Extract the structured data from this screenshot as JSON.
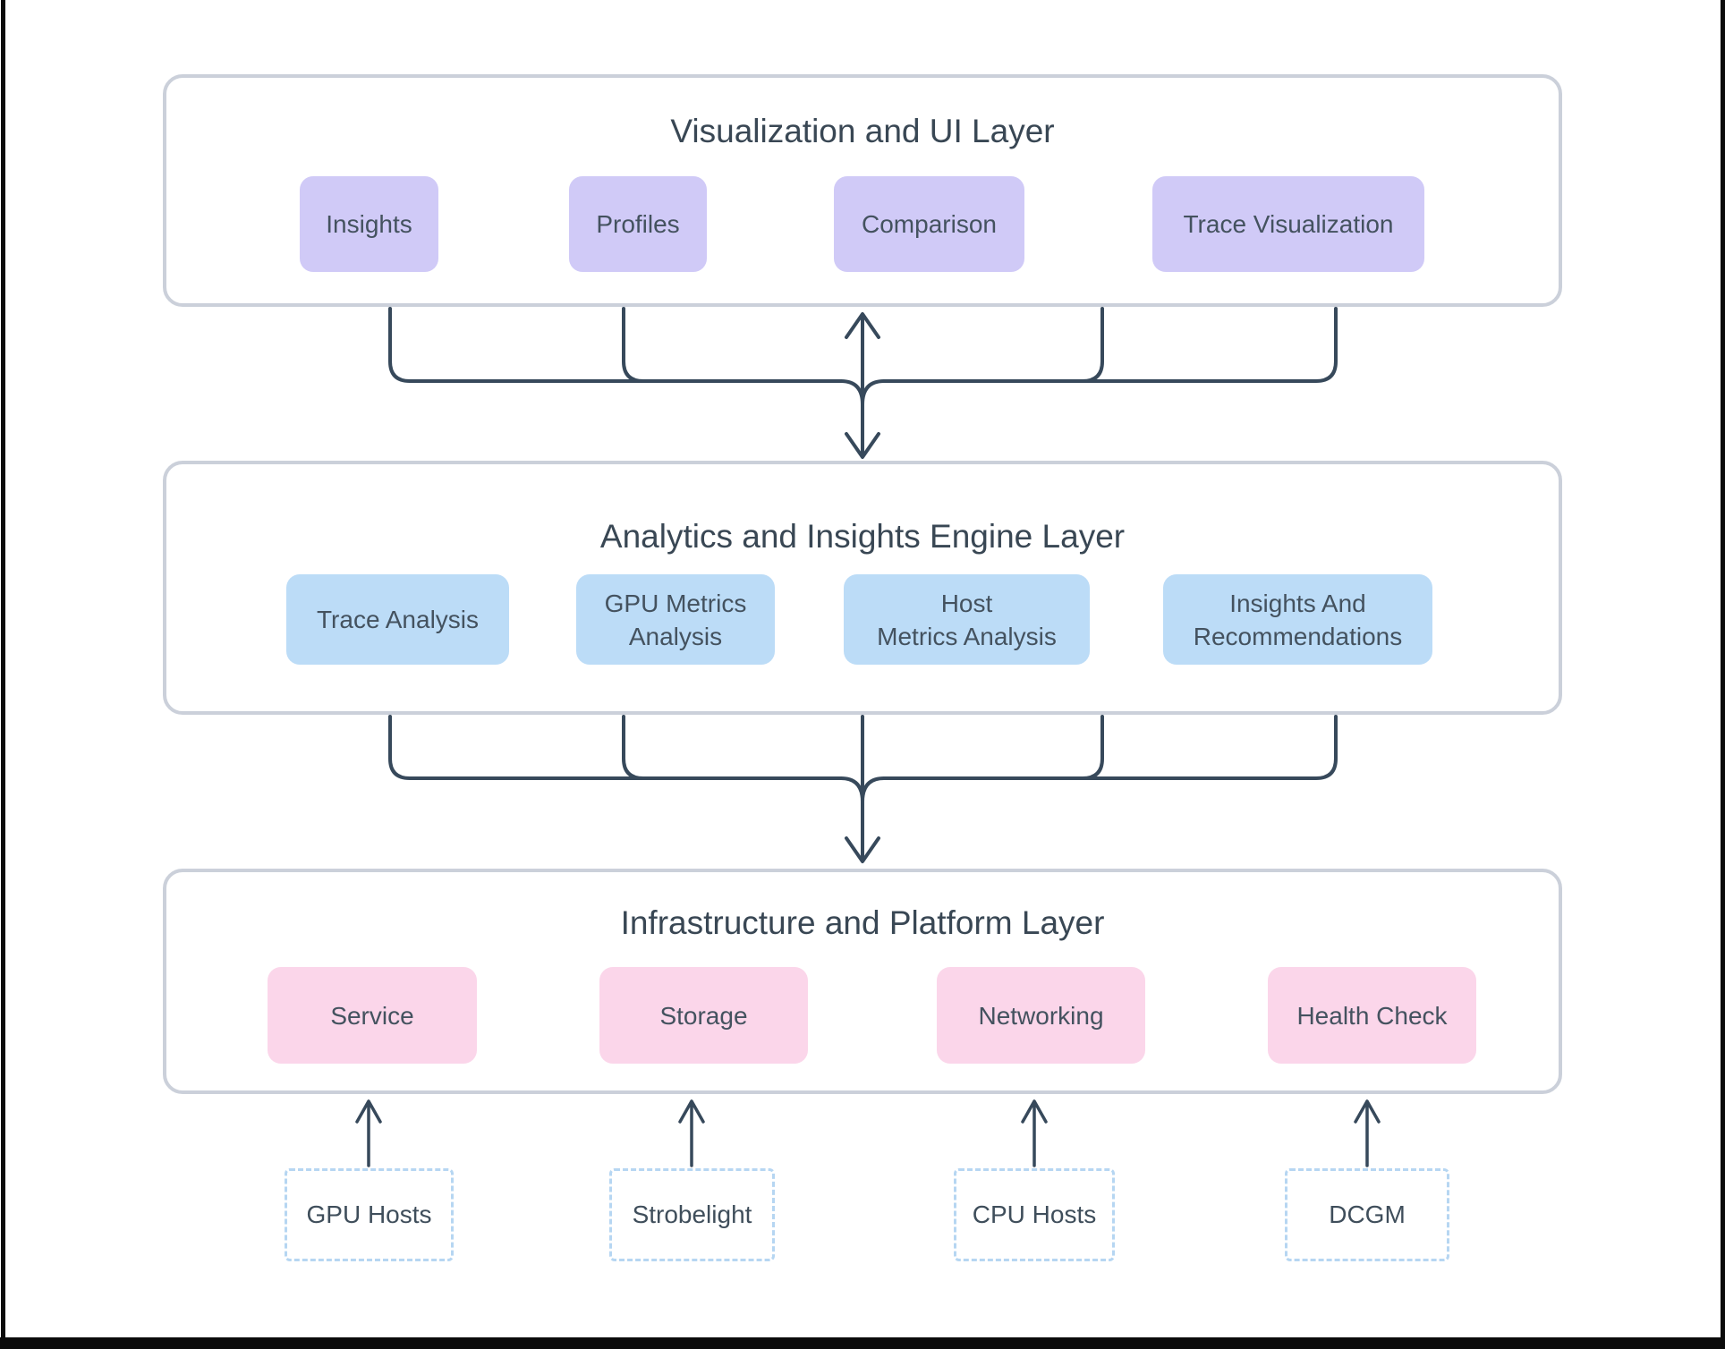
{
  "layers": [
    {
      "title": "Visualization and UI Layer",
      "boxes": [
        {
          "label": "Insights"
        },
        {
          "label": "Profiles"
        },
        {
          "label": "Comparison"
        },
        {
          "label": "Trace Visualization"
        }
      ]
    },
    {
      "title": "Analytics and Insights Engine Layer",
      "boxes": [
        {
          "label": "Trace Analysis"
        },
        {
          "label": "GPU Metrics\nAnalysis"
        },
        {
          "label": "Host\nMetrics Analysis"
        },
        {
          "label": "Insights And\nRecommendations"
        }
      ]
    },
    {
      "title": "Infrastructure and Platform Layer",
      "boxes": [
        {
          "label": "Service"
        },
        {
          "label": "Storage"
        },
        {
          "label": "Networking"
        },
        {
          "label": "Health Check"
        }
      ]
    }
  ],
  "sources": [
    {
      "label": "GPU Hosts"
    },
    {
      "label": "Strobelight"
    },
    {
      "label": "CPU Hosts"
    },
    {
      "label": "DCGM"
    }
  ],
  "colors": {
    "ui_node": "#d0caf7",
    "analytics_node": "#bcdcf7",
    "infra_node": "#fbd6ea",
    "connector": "#37495b",
    "container_border": "#cbd0da",
    "source_border": "#b6d6f2"
  }
}
